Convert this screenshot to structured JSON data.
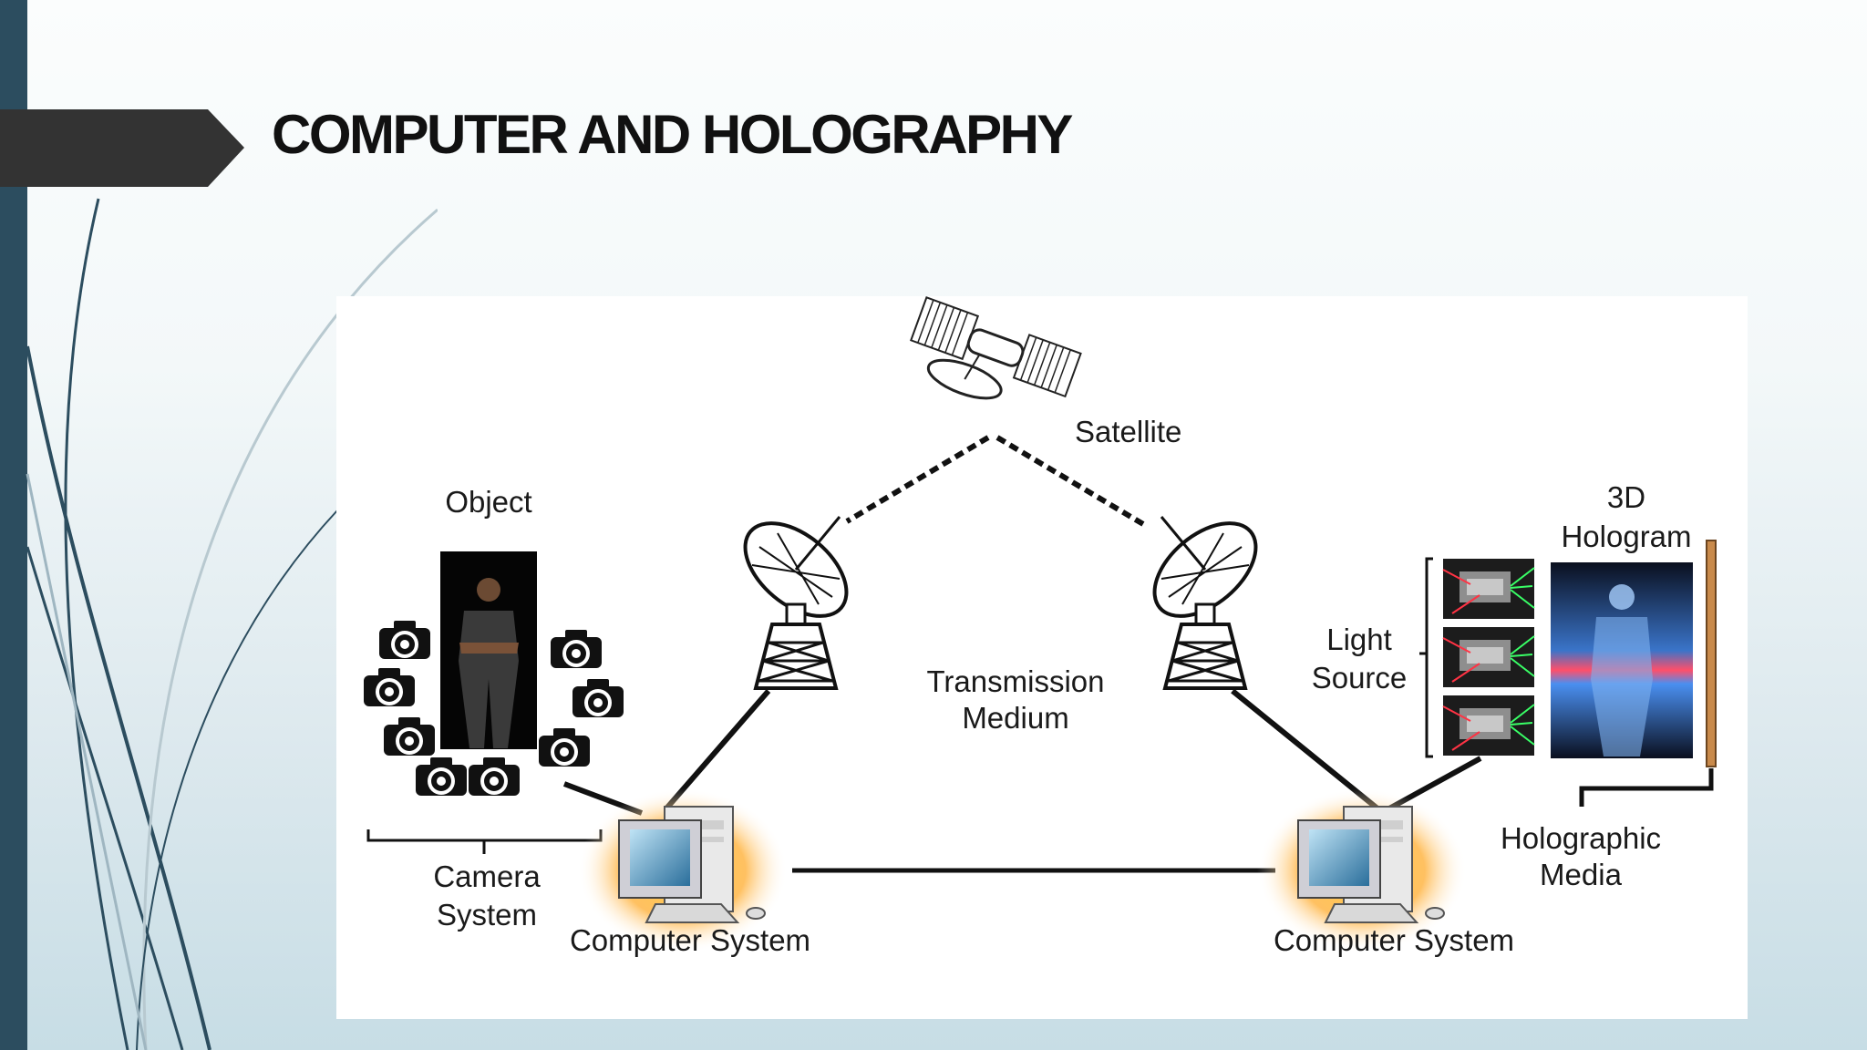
{
  "slide": {
    "title": "COMPUTER AND HOLOGRAPHY",
    "colors": {
      "sidebar": "#2c4d5f",
      "title_flag": "#333333",
      "accent_curves": "#2c4d5f"
    }
  },
  "diagram": {
    "labels": {
      "satellite": "Satellite",
      "object": "Object",
      "hologram_line1": "3D",
      "hologram_line2": "Hologram",
      "light_source_line1": "Light",
      "light_source_line2": "Source",
      "transmission_line1": "Transmission",
      "transmission_line2": "Medium",
      "camera_line1": "Camera",
      "camera_line2": "System",
      "computer_left": "Computer System",
      "computer_right": "Computer System",
      "holo_media_line1": "Holographic",
      "holo_media_line2": "Media"
    },
    "icons": [
      "satellite-icon",
      "dish-antenna-icon",
      "camera-icon",
      "computer-icon",
      "laser-projector-icon",
      "person-photo",
      "hologram-image"
    ]
  }
}
